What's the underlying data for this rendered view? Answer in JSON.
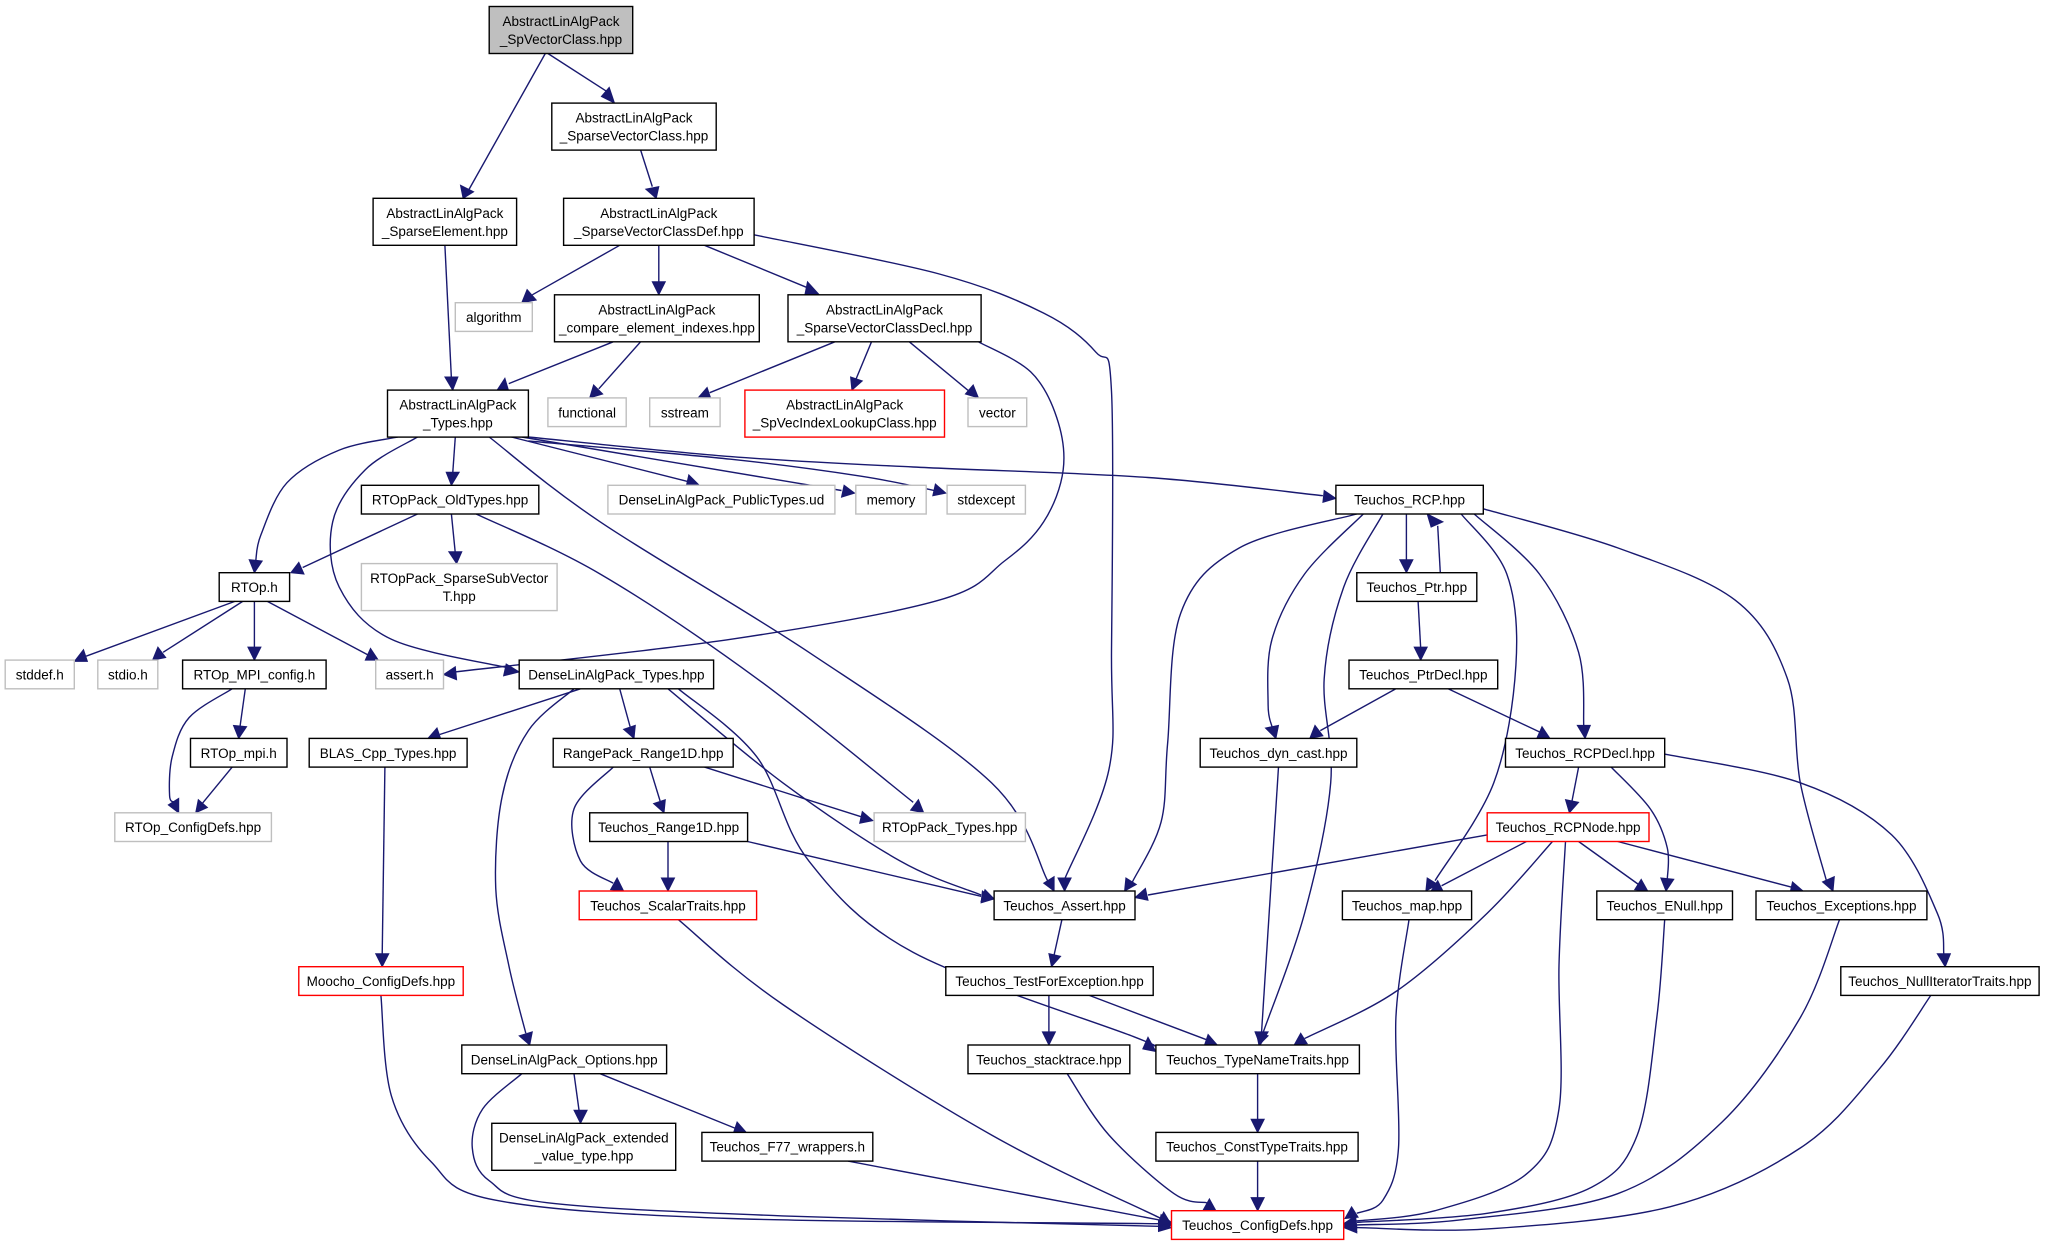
{
  "graph": {
    "colors": {
      "edge": "#191970",
      "node_border_default": "#000000",
      "node_border_system": "#bfbfbf",
      "node_border_truncated": "#ff0000",
      "root_fill": "#bfbfbf",
      "node_fill": "#ffffff"
    },
    "nodes": [
      {
        "id": "n_root",
        "kind": "root",
        "lines": [
          "AbstractLinAlgPack",
          "_SpVectorClass.hpp"
        ]
      },
      {
        "id": "n_svc",
        "kind": "normal",
        "lines": [
          "AbstractLinAlgPack",
          "_SparseVectorClass.hpp"
        ]
      },
      {
        "id": "n_sel",
        "kind": "normal",
        "lines": [
          "AbstractLinAlgPack",
          "_SparseElement.hpp"
        ]
      },
      {
        "id": "n_svcdef",
        "kind": "normal",
        "lines": [
          "AbstractLinAlgPack",
          "_SparseVectorClassDef.hpp"
        ]
      },
      {
        "id": "n_alg",
        "kind": "system",
        "lines": [
          "algorithm"
        ]
      },
      {
        "id": "n_cei",
        "kind": "normal",
        "lines": [
          "AbstractLinAlgPack",
          "_compare_element_indexes.hpp"
        ]
      },
      {
        "id": "n_svcdecl",
        "kind": "normal",
        "lines": [
          "AbstractLinAlgPack",
          "_SparseVectorClassDecl.hpp"
        ]
      },
      {
        "id": "n_types",
        "kind": "normal",
        "lines": [
          "AbstractLinAlgPack",
          "_Types.hpp"
        ]
      },
      {
        "id": "n_func",
        "kind": "system",
        "lines": [
          "functional"
        ]
      },
      {
        "id": "n_sstream",
        "kind": "system",
        "lines": [
          "sstream"
        ]
      },
      {
        "id": "n_spvil",
        "kind": "truncated",
        "lines": [
          "AbstractLinAlgPack",
          "_SpVecIndexLookupClass.hpp"
        ]
      },
      {
        "id": "n_vector",
        "kind": "system",
        "lines": [
          "vector"
        ]
      },
      {
        "id": "n_rtopold",
        "kind": "normal",
        "lines": [
          "RTOpPack_OldTypes.hpp"
        ]
      },
      {
        "id": "n_dlapt",
        "kind": "system",
        "lines": [
          "DenseLinAlgPack_PublicTypes.ud"
        ]
      },
      {
        "id": "n_memory",
        "kind": "system",
        "lines": [
          "memory"
        ]
      },
      {
        "id": "n_stdexcept",
        "kind": "system",
        "lines": [
          "stdexcept"
        ]
      },
      {
        "id": "n_rcp",
        "kind": "normal",
        "lines": [
          "Teuchos_RCP.hpp"
        ]
      },
      {
        "id": "n_rtoph",
        "kind": "normal",
        "lines": [
          "RTOp.h"
        ]
      },
      {
        "id": "n_sparsesub",
        "kind": "system",
        "lines": [
          "RTOpPack_SparseSubVector",
          "T.hpp"
        ]
      },
      {
        "id": "n_ptr",
        "kind": "normal",
        "lines": [
          "Teuchos_Ptr.hpp"
        ]
      },
      {
        "id": "n_stddef",
        "kind": "system",
        "lines": [
          "stddef.h"
        ]
      },
      {
        "id": "n_stdio",
        "kind": "system",
        "lines": [
          "stdio.h"
        ]
      },
      {
        "id": "n_mpicfg",
        "kind": "normal",
        "lines": [
          "RTOp_MPI_config.h"
        ]
      },
      {
        "id": "n_assert",
        "kind": "system",
        "lines": [
          "assert.h"
        ]
      },
      {
        "id": "n_dlatypes",
        "kind": "normal",
        "lines": [
          "DenseLinAlgPack_Types.hpp"
        ]
      },
      {
        "id": "n_ptrdecl",
        "kind": "normal",
        "lines": [
          "Teuchos_PtrDecl.hpp"
        ]
      },
      {
        "id": "n_blas",
        "kind": "normal",
        "lines": [
          "BLAS_Cpp_Types.hpp"
        ]
      },
      {
        "id": "n_mpi",
        "kind": "normal",
        "lines": [
          "RTOp_mpi.h"
        ]
      },
      {
        "id": "n_range1d",
        "kind": "normal",
        "lines": [
          "RangePack_Range1D.hpp"
        ]
      },
      {
        "id": "n_dyncast",
        "kind": "normal",
        "lines": [
          "Teuchos_dyn_cast.hpp"
        ]
      },
      {
        "id": "n_rcpdecl",
        "kind": "normal",
        "lines": [
          "Teuchos_RCPDecl.hpp"
        ]
      },
      {
        "id": "n_rtopcfg",
        "kind": "system",
        "lines": [
          "RTOp_ConfigDefs.hpp"
        ]
      },
      {
        "id": "n_trange",
        "kind": "normal",
        "lines": [
          "Teuchos_Range1D.hpp"
        ]
      },
      {
        "id": "n_rtoptypes",
        "kind": "system",
        "lines": [
          "RTOpPack_Types.hpp"
        ]
      },
      {
        "id": "n_rcpnode",
        "kind": "truncated",
        "lines": [
          "Teuchos_RCPNode.hpp"
        ]
      },
      {
        "id": "n_scalar",
        "kind": "truncated",
        "lines": [
          "Teuchos_ScalarTraits.hpp"
        ]
      },
      {
        "id": "n_tassert",
        "kind": "normal",
        "lines": [
          "Teuchos_Assert.hpp"
        ]
      },
      {
        "id": "n_map",
        "kind": "normal",
        "lines": [
          "Teuchos_map.hpp"
        ]
      },
      {
        "id": "n_enull",
        "kind": "normal",
        "lines": [
          "Teuchos_ENull.hpp"
        ]
      },
      {
        "id": "n_exc",
        "kind": "normal",
        "lines": [
          "Teuchos_Exceptions.hpp"
        ]
      },
      {
        "id": "n_mooch",
        "kind": "truncated",
        "lines": [
          "Moocho_ConfigDefs.hpp"
        ]
      },
      {
        "id": "n_tfe",
        "kind": "normal",
        "lines": [
          "Teuchos_TestForException.hpp"
        ]
      },
      {
        "id": "n_nit",
        "kind": "normal",
        "lines": [
          "Teuchos_NullIteratorTraits.hpp"
        ]
      },
      {
        "id": "n_dlaopt",
        "kind": "normal",
        "lines": [
          "DenseLinAlgPack_Options.hpp"
        ]
      },
      {
        "id": "n_stack",
        "kind": "normal",
        "lines": [
          "Teuchos_stacktrace.hpp"
        ]
      },
      {
        "id": "n_tnt",
        "kind": "normal",
        "lines": [
          "Teuchos_TypeNameTraits.hpp"
        ]
      },
      {
        "id": "n_dlaext",
        "kind": "normal",
        "lines": [
          "DenseLinAlgPack_extended",
          "_value_type.hpp"
        ]
      },
      {
        "id": "n_f77",
        "kind": "normal",
        "lines": [
          "Teuchos_F77_wrappers.h"
        ]
      },
      {
        "id": "n_ctt",
        "kind": "normal",
        "lines": [
          "Teuchos_ConstTypeTraits.hpp"
        ]
      },
      {
        "id": "n_tcfg",
        "kind": "truncated",
        "lines": [
          "Teuchos_ConfigDefs.hpp"
        ]
      }
    ],
    "edges": [
      [
        "n_root",
        "n_svc"
      ],
      [
        "n_root",
        "n_sel"
      ],
      [
        "n_svc",
        "n_svcdef"
      ],
      [
        "n_sel",
        "n_types"
      ],
      [
        "n_svcdef",
        "n_alg"
      ],
      [
        "n_svcdef",
        "n_cei"
      ],
      [
        "n_svcdef",
        "n_svcdecl"
      ],
      [
        "n_svcdef",
        "n_tassert"
      ],
      [
        "n_cei",
        "n_types"
      ],
      [
        "n_cei",
        "n_func"
      ],
      [
        "n_svcdecl",
        "n_sstream"
      ],
      [
        "n_svcdecl",
        "n_spvil"
      ],
      [
        "n_svcdecl",
        "n_vector"
      ],
      [
        "n_svcdecl",
        "n_assert"
      ],
      [
        "n_types",
        "n_rtoph"
      ],
      [
        "n_types",
        "n_dlatypes"
      ],
      [
        "n_types",
        "n_rtopold"
      ],
      [
        "n_types",
        "n_tassert"
      ],
      [
        "n_types",
        "n_dlapt"
      ],
      [
        "n_types",
        "n_memory"
      ],
      [
        "n_types",
        "n_stdexcept"
      ],
      [
        "n_types",
        "n_rcp"
      ],
      [
        "n_rtopold",
        "n_rtoph"
      ],
      [
        "n_rtopold",
        "n_sparsesub"
      ],
      [
        "n_rtopold",
        "n_rtoptypes"
      ],
      [
        "n_rtoph",
        "n_stddef"
      ],
      [
        "n_rtoph",
        "n_stdio"
      ],
      [
        "n_rtoph",
        "n_mpicfg"
      ],
      [
        "n_rtoph",
        "n_assert"
      ],
      [
        "n_mpicfg",
        "n_mpi"
      ],
      [
        "n_mpicfg",
        "n_rtopcfg"
      ],
      [
        "n_mpi",
        "n_rtopcfg"
      ],
      [
        "n_dlatypes",
        "n_blas"
      ],
      [
        "n_dlatypes",
        "n_range1d"
      ],
      [
        "n_dlatypes",
        "n_dlaopt"
      ],
      [
        "n_dlatypes",
        "n_tassert"
      ],
      [
        "n_dlatypes",
        "n_tnt"
      ],
      [
        "n_blas",
        "n_mooch"
      ],
      [
        "n_mooch",
        "n_tcfg"
      ],
      [
        "n_range1d",
        "n_trange"
      ],
      [
        "n_range1d",
        "n_scalar"
      ],
      [
        "n_range1d",
        "n_rtoptypes"
      ],
      [
        "n_trange",
        "n_scalar"
      ],
      [
        "n_trange",
        "n_tassert"
      ],
      [
        "n_scalar",
        "n_tcfg"
      ],
      [
        "n_dlaopt",
        "n_dlaext"
      ],
      [
        "n_dlaopt",
        "n_f77"
      ],
      [
        "n_dlaopt",
        "n_tcfg"
      ],
      [
        "n_f77",
        "n_tcfg"
      ],
      [
        "n_rcp",
        "n_ptr"
      ],
      [
        "n_ptr",
        "n_rcp"
      ],
      [
        "n_rcp",
        "n_tassert"
      ],
      [
        "n_rcp",
        "n_dyncast"
      ],
      [
        "n_rcp",
        "n_tnt"
      ],
      [
        "n_rcp",
        "n_map"
      ],
      [
        "n_rcp",
        "n_rcpdecl"
      ],
      [
        "n_rcp",
        "n_exc"
      ],
      [
        "n_ptr",
        "n_ptrdecl"
      ],
      [
        "n_ptrdecl",
        "n_dyncast"
      ],
      [
        "n_ptrdecl",
        "n_rcpdecl"
      ],
      [
        "n_dyncast",
        "n_tnt"
      ],
      [
        "n_rcpdecl",
        "n_rcpnode"
      ],
      [
        "n_rcpdecl",
        "n_enull"
      ],
      [
        "n_rcpdecl",
        "n_nit"
      ],
      [
        "n_rcpnode",
        "n_tassert"
      ],
      [
        "n_rcpnode",
        "n_map"
      ],
      [
        "n_rcpnode",
        "n_enull"
      ],
      [
        "n_rcpnode",
        "n_exc"
      ],
      [
        "n_rcpnode",
        "n_tnt"
      ],
      [
        "n_rcpnode",
        "n_tcfg"
      ],
      [
        "n_tassert",
        "n_tfe"
      ],
      [
        "n_tfe",
        "n_stack"
      ],
      [
        "n_tfe",
        "n_tnt"
      ],
      [
        "n_stack",
        "n_tcfg"
      ],
      [
        "n_tnt",
        "n_ctt"
      ],
      [
        "n_ctt",
        "n_tcfg"
      ],
      [
        "n_map",
        "n_tcfg"
      ],
      [
        "n_enull",
        "n_tcfg"
      ],
      [
        "n_exc",
        "n_tcfg"
      ],
      [
        "n_nit",
        "n_tcfg"
      ]
    ]
  }
}
